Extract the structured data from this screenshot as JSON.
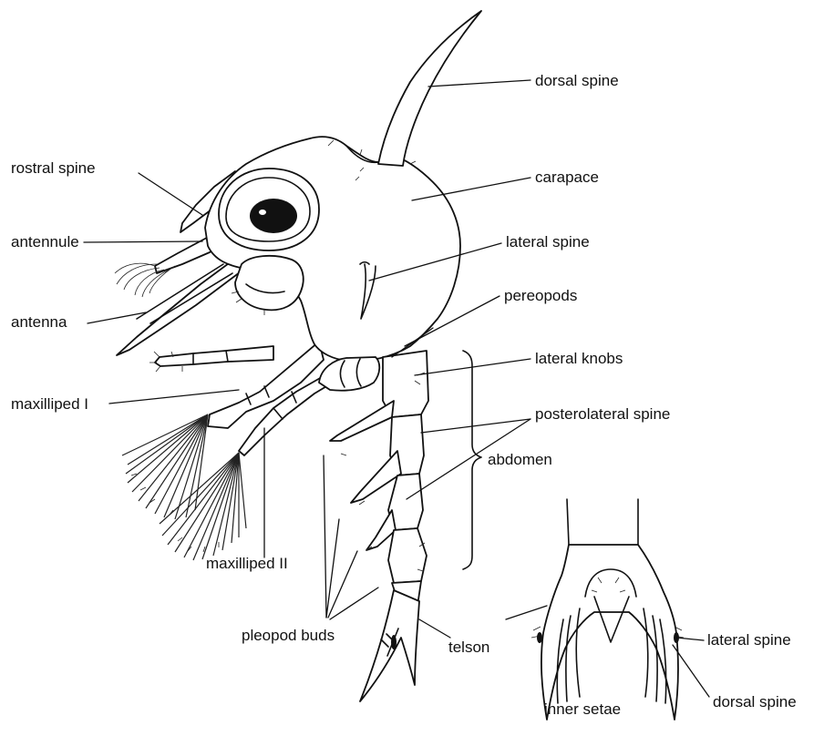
{
  "labels": {
    "dorsal_spine": "dorsal spine",
    "carapace": "carapace",
    "rostral_spine": "rostral spine",
    "antennule": "antennule",
    "lateral_spine": "lateral spine",
    "pereopods": "pereopods",
    "antenna": "antenna",
    "lateral_knobs": "lateral knobs",
    "maxilliped_1": "maxilliped I",
    "posterolateral_spine": "posterolateral spine",
    "abdomen": "abdomen",
    "maxilliped_2": "maxilliped II",
    "pleopod_buds": "pleopod buds",
    "telson": "telson",
    "inner_setae": "inner setae",
    "telson_lateral_spine": "lateral spine",
    "telson_dorsal_spine": "dorsal spine"
  },
  "colors": {
    "ink": "#111111",
    "background": "#ffffff"
  }
}
